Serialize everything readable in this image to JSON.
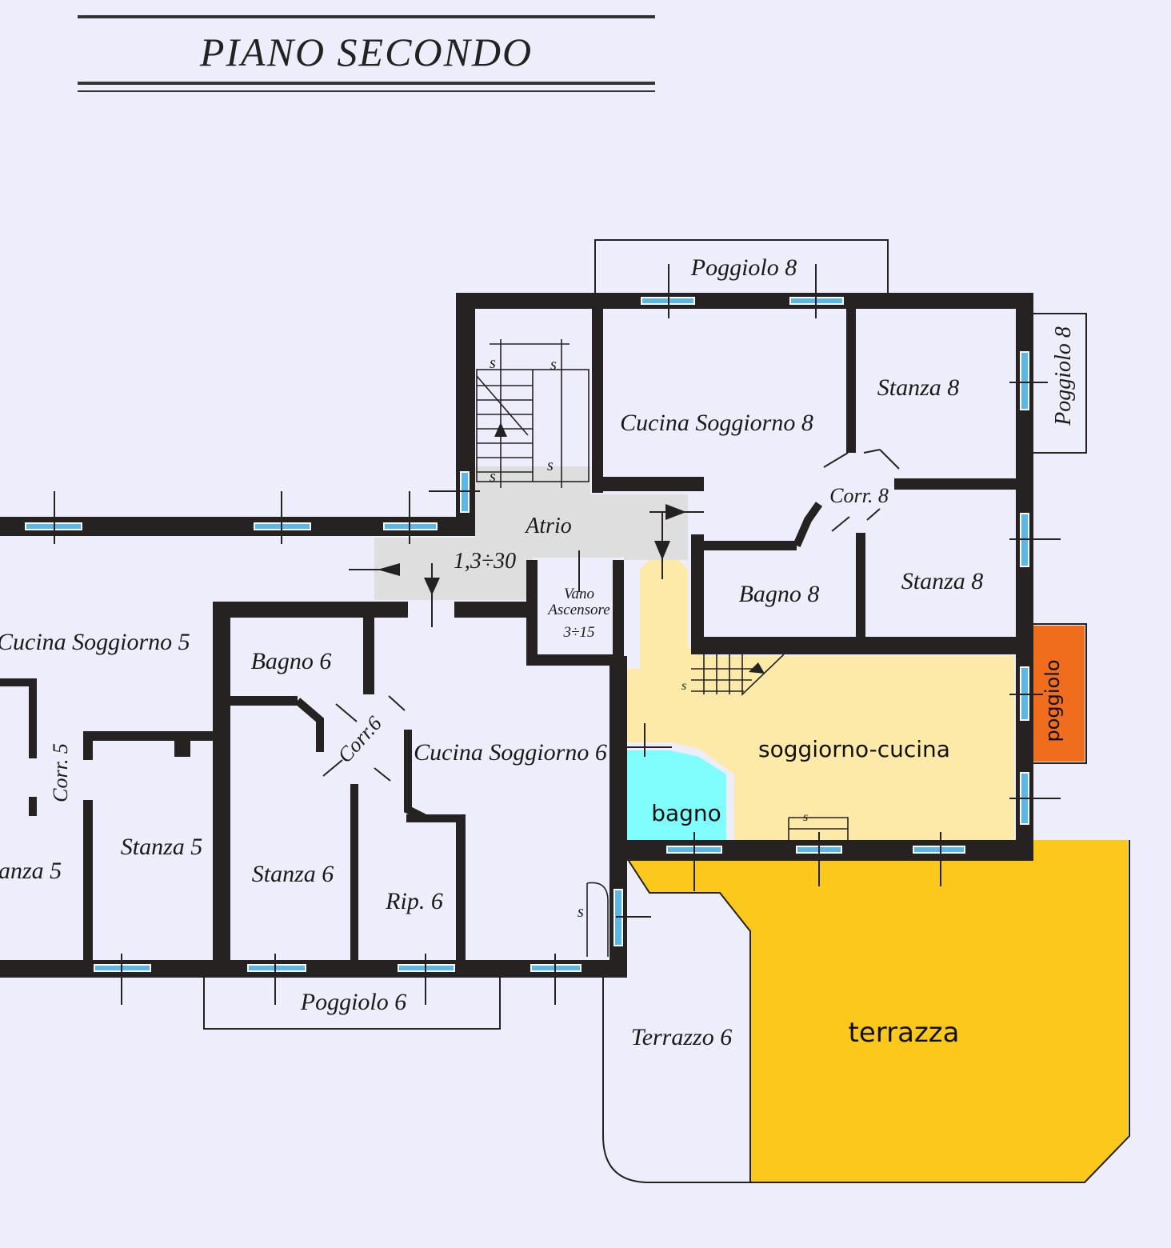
{
  "title": "PIANO SECONDO",
  "colors": {
    "background": "#ededfb",
    "wall": "#262222",
    "window_glass": "#5ab8e8",
    "atrio": "#dedede",
    "soggiorno_cucina": "#feeaa8",
    "bagno": "#80fefe",
    "terrazza": "#fdc81c",
    "poggiolo": "#f06d1e"
  },
  "rooms": {
    "poggiolo_8_top": "Poggiolo 8",
    "poggiolo_8_side": "Poggiolo 8",
    "cucina_soggiorno_8": "Cucina Soggiorno 8",
    "stanza_8_top": "Stanza 8",
    "stanza_8_bottom": "Stanza 8",
    "corr_8": "Corr. 8",
    "bagno_8": "Bagno 8",
    "atrio": "Atrio",
    "atrio_dim": "1,3÷30",
    "vano_ascensore_line1": "Vano",
    "vano_ascensore_line2": "Ascensore",
    "vano_ascensore_dim": "3÷15",
    "cucina_soggiorno_5": "Cucina Soggiorno 5",
    "corr_5": "Corr. 5",
    "stanza_5_a": "Stanza 5",
    "stanza_5_b": "anza 5",
    "bagno_6": "Bagno 6",
    "corr_6": "Corr.6",
    "cucina_soggiorno_6": "Cucina Soggiorno 6",
    "stanza_6": "Stanza 6",
    "rip_6": "Rip. 6",
    "poggiolo_6": "Poggiolo 6",
    "terrazzo_6": "Terrazzo 6"
  },
  "highlights": {
    "soggiorno_cucina": "soggiorno-cucina",
    "bagno": "bagno",
    "terrazza": "terrazza",
    "poggiolo": "poggiolo"
  },
  "stair_marks": {
    "s": "s",
    "s_small": "s"
  }
}
